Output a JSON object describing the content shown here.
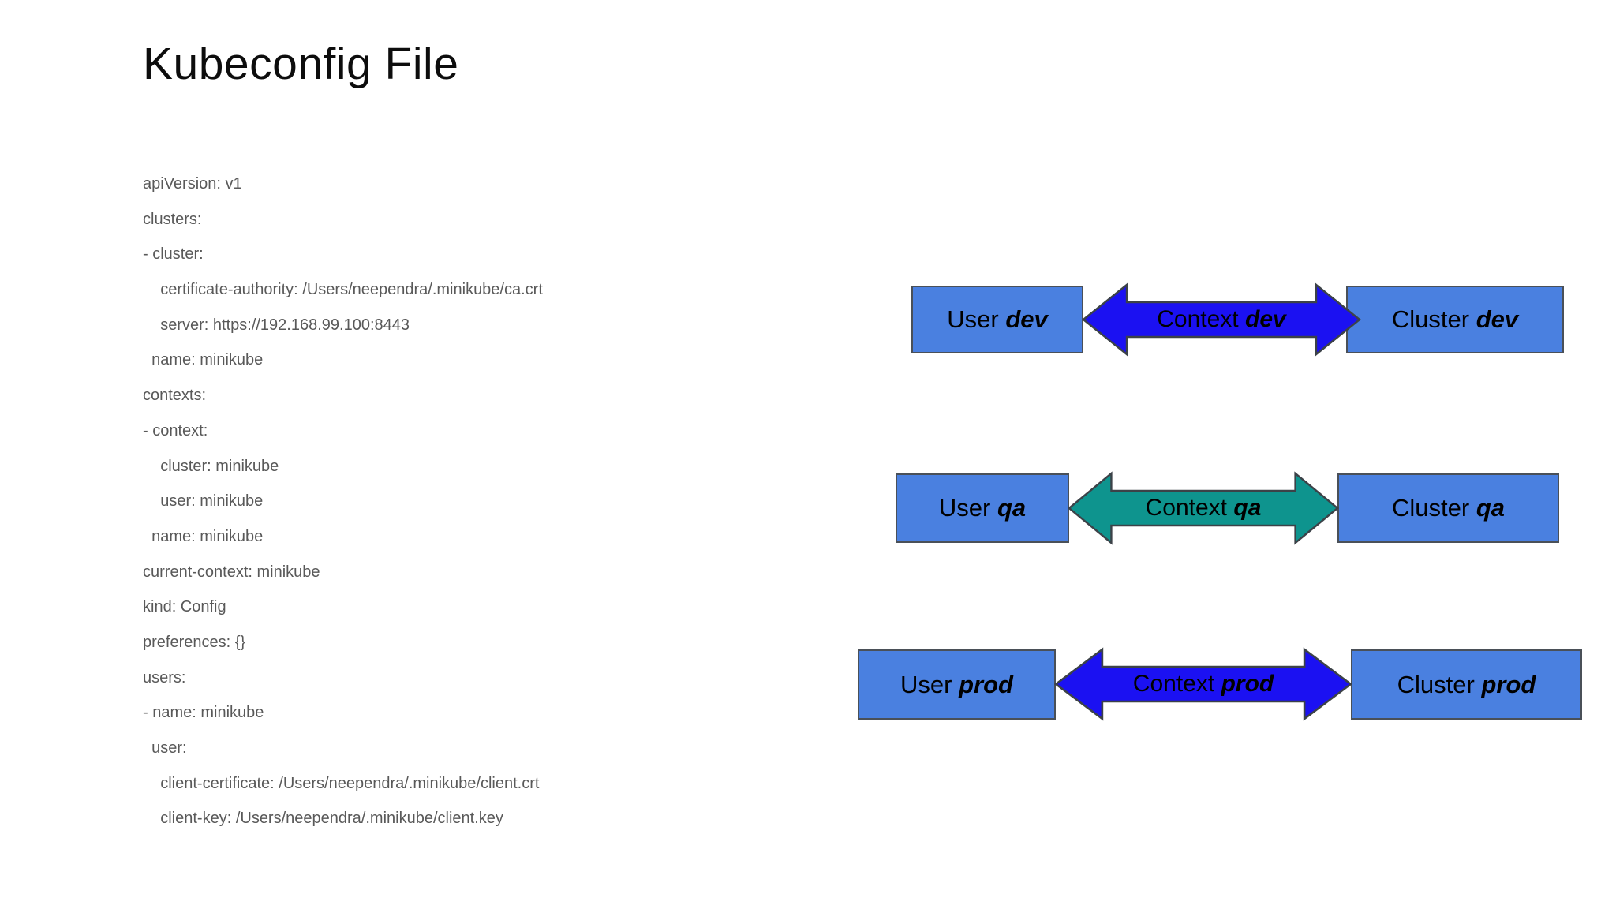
{
  "title": "Kubeconfig File",
  "yaml": {
    "lines": [
      "apiVersion: v1",
      "clusters:",
      "- cluster:",
      "    certificate-authority: /Users/neependra/.minikube/ca.crt",
      "    server: https://192.168.99.100:8443",
      "  name: minikube",
      "contexts:",
      "- context:",
      "    cluster: minikube",
      "    user: minikube",
      "  name: minikube",
      "current-context: minikube",
      "kind: Config",
      "preferences: {}",
      "users:",
      "- name: minikube",
      "  user:",
      "    client-certificate: /Users/neependra/.minikube/client.crt",
      "    client-key: /Users/neependra/.minikube/client.key"
    ]
  },
  "diagram": {
    "colors": {
      "box_fill": "#4a80e0",
      "arrow_blue": "#1b11f2",
      "arrow_teal": "#0e948e"
    },
    "rows": [
      {
        "env": "dev",
        "user_label": "User",
        "context_label": "Context",
        "cluster_label": "Cluster",
        "arrow_color": "#1b11f2"
      },
      {
        "env": "qa",
        "user_label": "User",
        "context_label": "Context",
        "cluster_label": "Cluster",
        "arrow_color": "#0e948e"
      },
      {
        "env": "prod",
        "user_label": "User",
        "context_label": "Context",
        "cluster_label": "Cluster",
        "arrow_color": "#1b11f2"
      }
    ]
  }
}
